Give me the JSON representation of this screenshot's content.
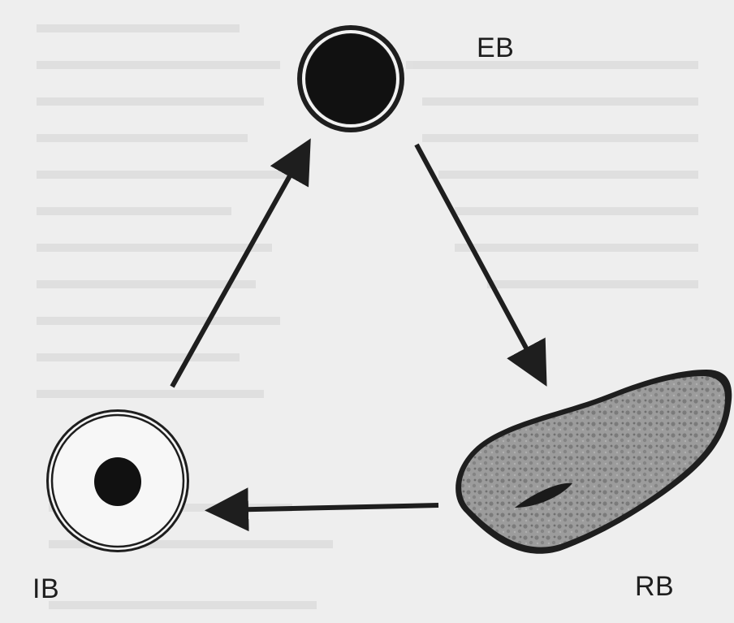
{
  "labels": {
    "eb": "EB",
    "ib": "IB",
    "rb": "RB"
  },
  "colors": {
    "background": "#eeeeee",
    "ink": "#1e1e1e",
    "rb_fill": "#9a9a9a"
  }
}
